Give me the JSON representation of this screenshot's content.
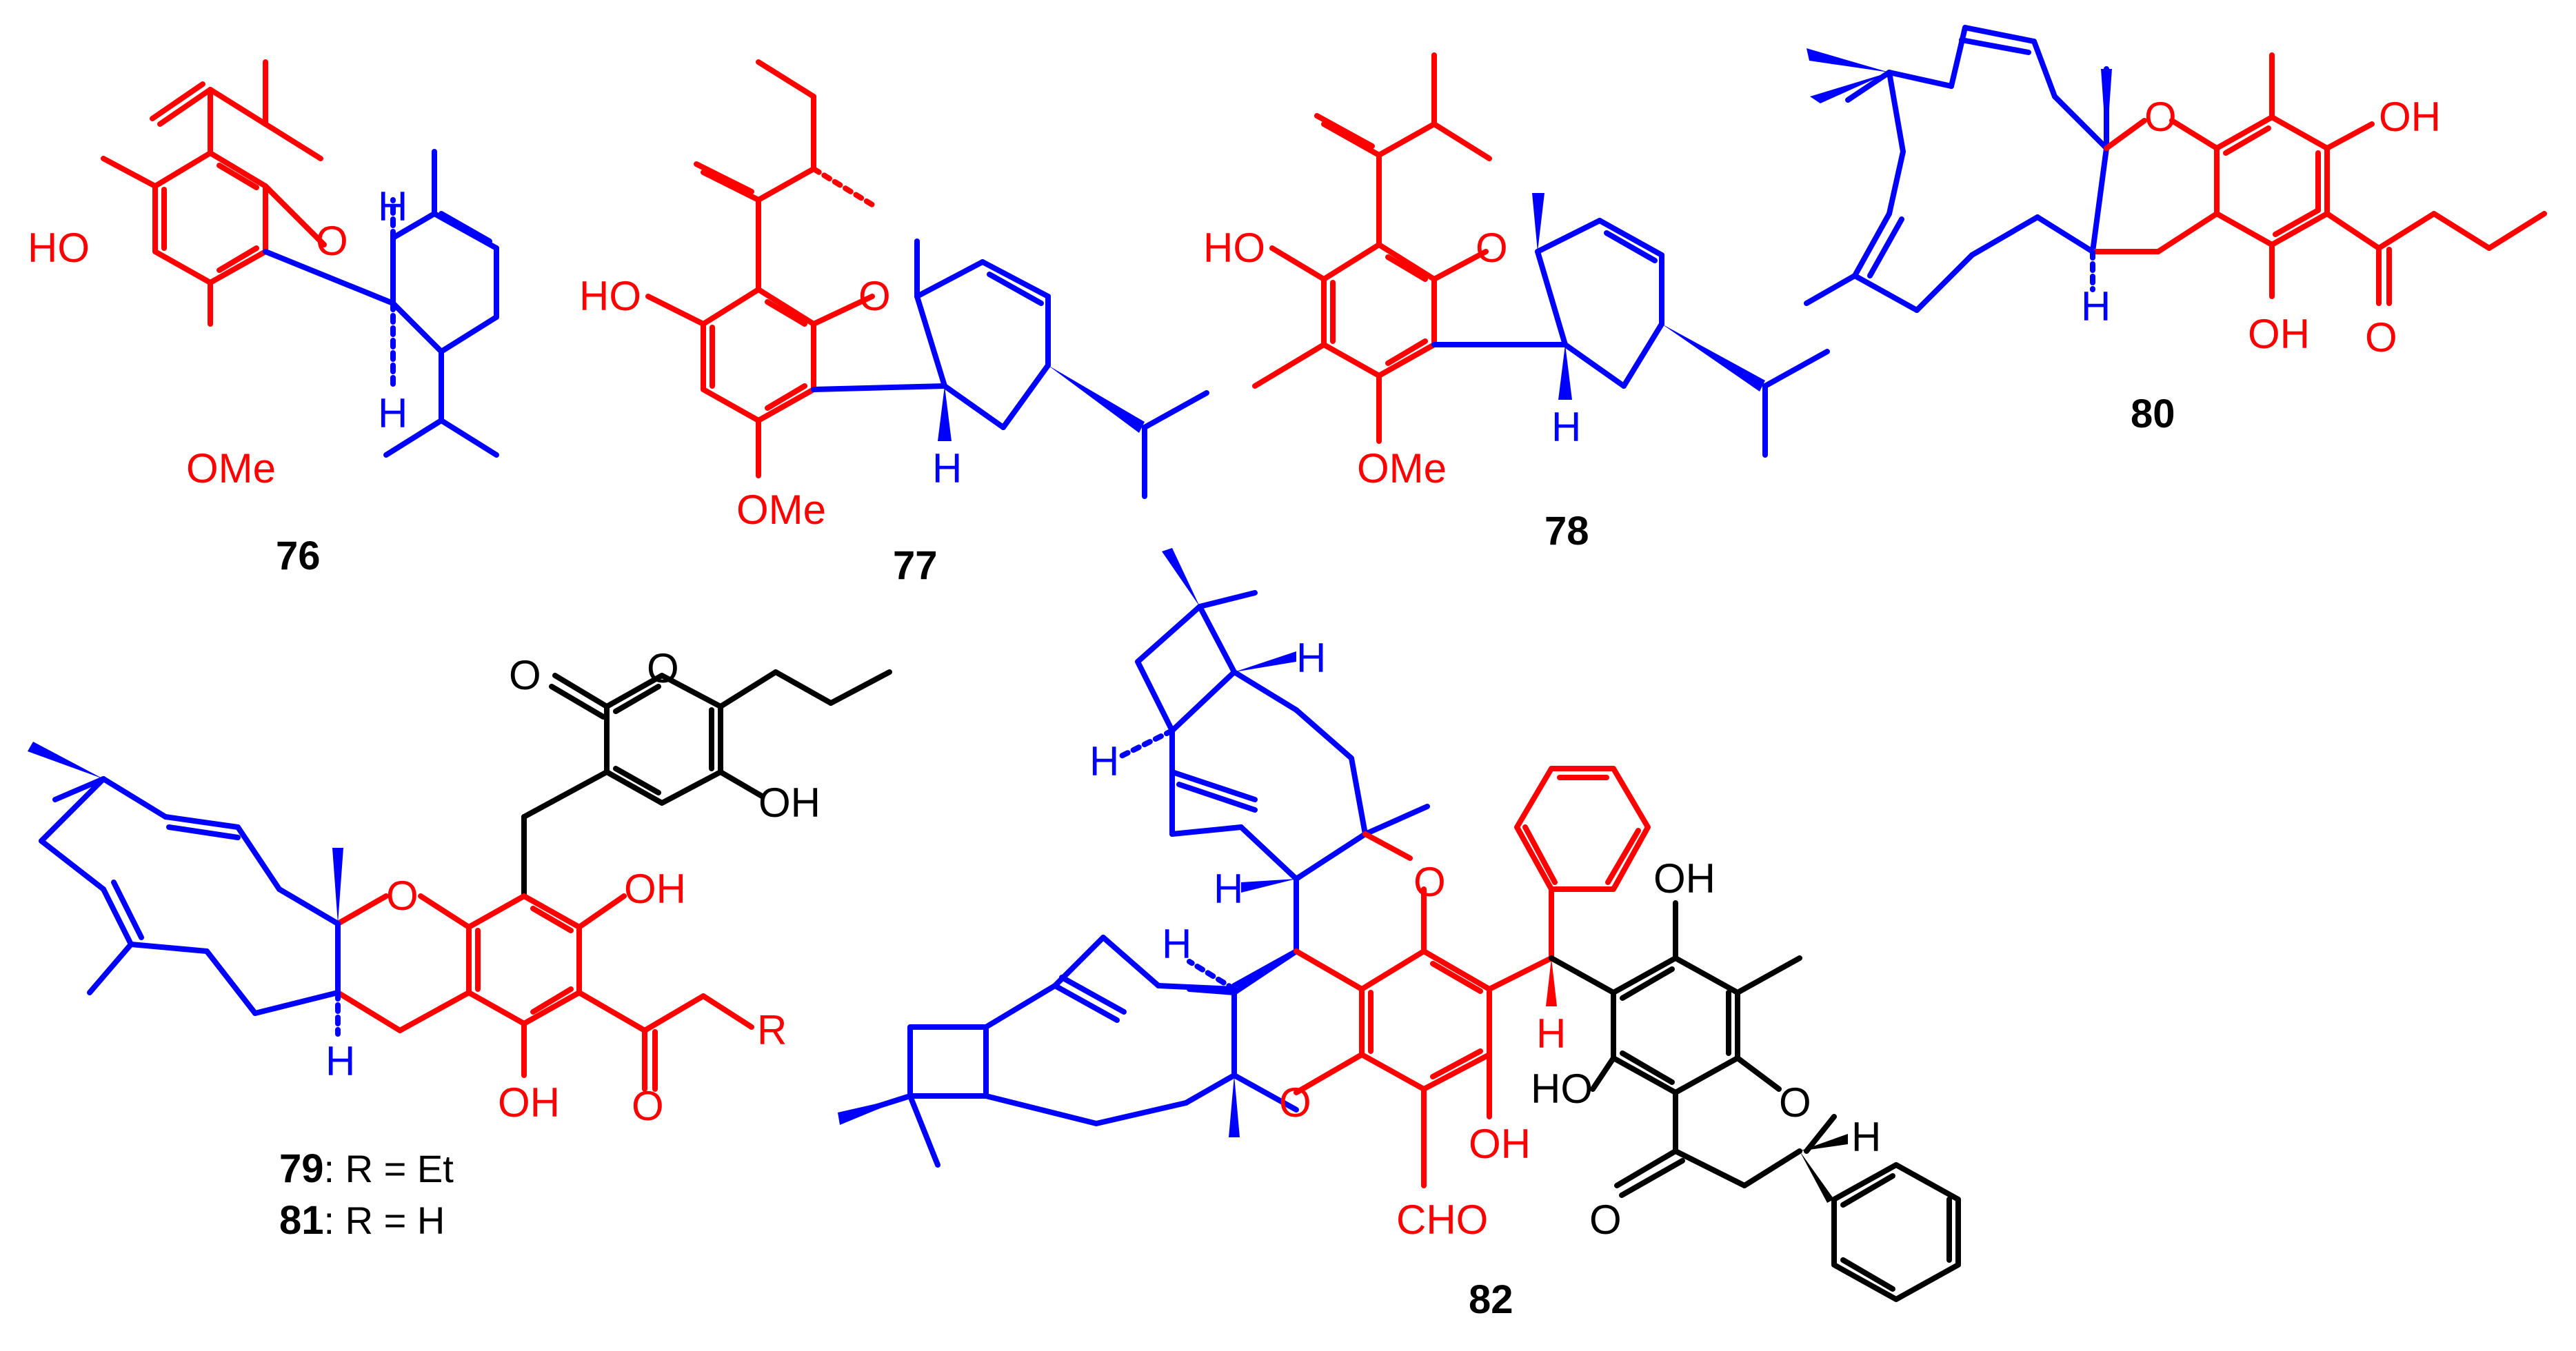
{
  "compounds": [
    {
      "id": "76",
      "atoms": {
        "oh": "HO",
        "o": "O",
        "ome": "OMe",
        "h1": "H",
        "h2": "H"
      }
    },
    {
      "id": "77",
      "atoms": {
        "oh": "HO",
        "o": "O",
        "ome": "OMe",
        "h": "H"
      }
    },
    {
      "id": "78",
      "atoms": {
        "oh": "HO",
        "o": "O",
        "ome": "OMe",
        "h": "H"
      }
    },
    {
      "id": "80",
      "atoms": {
        "o": "O",
        "oh1": "OH",
        "oh2": "OH",
        "ketone": "O",
        "h": "H"
      }
    },
    {
      "id": "82",
      "atoms": {
        "o1": "O",
        "o2": "O",
        "o3": "O",
        "oh1": "OH",
        "oh2": "HO",
        "oh3": "OH",
        "cho": "CHO",
        "ketone": "O",
        "h1": "H",
        "h2": "H",
        "h3": "H",
        "h4": "H",
        "h5": "H",
        "h6": "H"
      }
    }
  ],
  "compound_79_81": {
    "atoms": {
      "pyrone_o": "O",
      "carbonyl_o": "O",
      "oh_pyrone": "OH",
      "chroman_o": "O",
      "oh1": "OH",
      "oh2": "OH",
      "ketone": "O",
      "r": "R",
      "h": "H"
    },
    "label_79": {
      "id": "79",
      "text": ": R = Et"
    },
    "label_81": {
      "id": "81",
      "text": ": R = H"
    }
  },
  "colors": {
    "core": "#ff0000",
    "terpenoid": "#0000ff",
    "other": "#000000"
  }
}
